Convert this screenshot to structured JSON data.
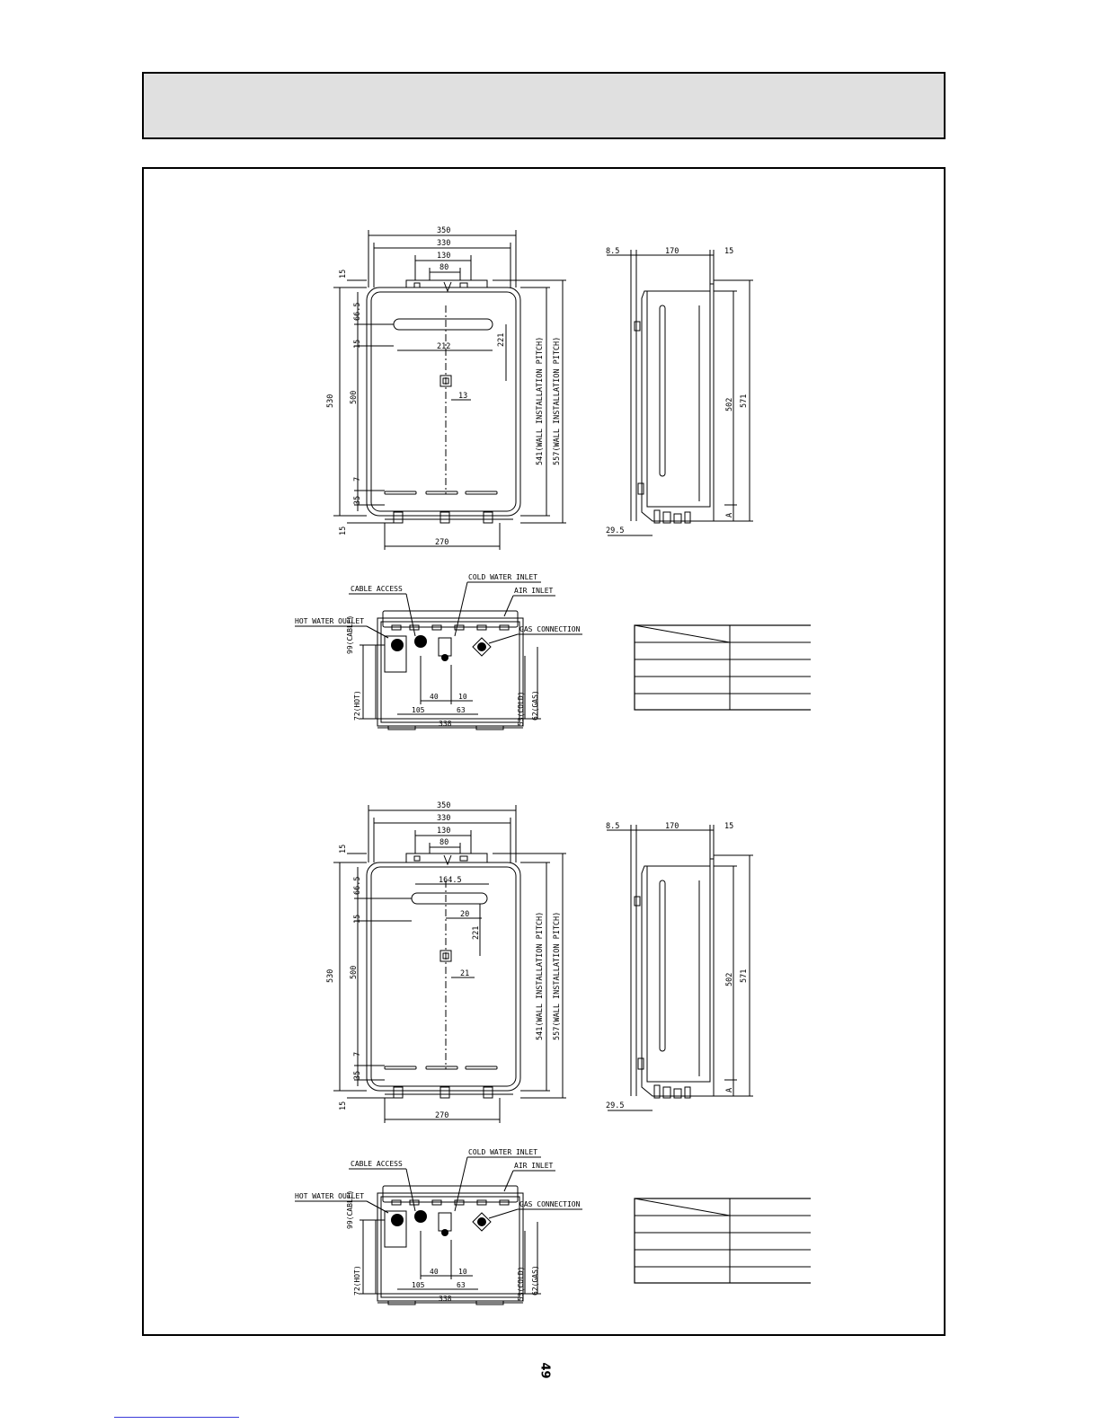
{
  "page": {
    "page_number": "49"
  },
  "drawings": [
    {
      "front": {
        "width_350": "350",
        "width_330": "330",
        "width_130": "130",
        "width_80": "80",
        "vert_15_top": "15",
        "vert_66_5": "66.5",
        "vert_15_mid": "15",
        "vert_530": "530",
        "vert_500": "500",
        "vert_7": "7",
        "vert_35": "35",
        "vert_15_bottom": "15",
        "width_212": "212",
        "vert_221": "221",
        "offset_13": "13",
        "pitch_541": "541(WALL INSTALLATION PITCH)",
        "pitch_557": "557(WALL INSTALLATION PITCH)",
        "width_270": "270"
      },
      "side": {
        "dim_8_5": "8.5",
        "dim_170": "170",
        "dim_15": "15",
        "dim_502": "502",
        "dim_571": "571",
        "dim_a": "A",
        "dim_29_5": "29.5"
      },
      "bottom": {
        "cable_access": "CABLE ACCESS",
        "cold_water_inlet": "COLD WATER INLET",
        "air_inlet": "AIR INLET",
        "hot_water_outlet": "HOT WATER OUTLET",
        "gas_connection": "GAS CONNECTION",
        "dim_99_cable": "99(CABLE)",
        "dim_72_hot": "72(HOT)",
        "dim_40": "40",
        "dim_10": "10",
        "dim_105": "105",
        "dim_63": "63",
        "dim_338": "338",
        "dim_53_cold": "53(COLD)",
        "dim_62_gas": "62(GAS)"
      }
    },
    {
      "front": {
        "width_350": "350",
        "width_330": "330",
        "width_130": "130",
        "width_80": "80",
        "vert_15_top": "15",
        "vert_66_5": "66.5",
        "vert_15_mid": "15",
        "vert_530": "530",
        "vert_500": "500",
        "vert_7": "7",
        "vert_35": "35",
        "vert_15_bottom": "15",
        "width_164_5": "164.5",
        "offset_20": "20",
        "vert_221": "221",
        "offset_21": "21",
        "pitch_541": "541(WALL INSTALLATION PITCH)",
        "pitch_557": "557(WALL INSTALLATION PITCH)",
        "width_270": "270"
      },
      "side": {
        "dim_8_5": "8.5",
        "dim_170": "170",
        "dim_15": "15",
        "dim_502": "502",
        "dim_571": "571",
        "dim_a": "A",
        "dim_29_5": "29.5"
      },
      "bottom": {
        "cable_access": "CABLE ACCESS",
        "cold_water_inlet": "COLD WATER INLET",
        "air_inlet": "AIR INLET",
        "hot_water_outlet": "HOT WATER OUTLET",
        "gas_connection": "GAS CONNECTION",
        "dim_99_cable": "99(CABLE)",
        "dim_72_hot": "72(HOT)",
        "dim_40": "40",
        "dim_10": "10",
        "dim_105": "105",
        "dim_63": "63",
        "dim_338": "338",
        "dim_53_cold": "53(COLD)",
        "dim_62_gas": "62(GAS)"
      }
    }
  ]
}
